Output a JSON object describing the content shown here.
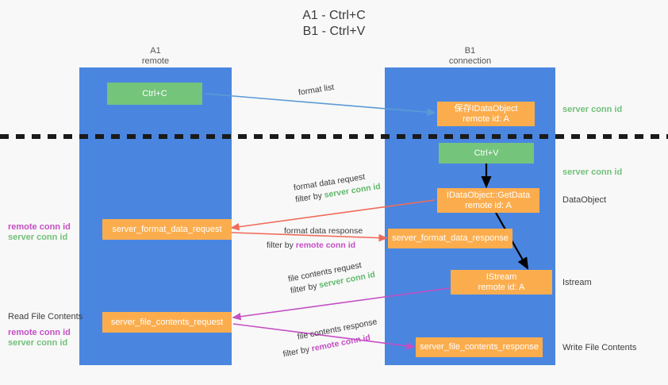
{
  "title": "A1 - Ctrl+C\nB1 - Ctrl+V",
  "lanes": [
    {
      "name": "A1",
      "sub": "remote",
      "header": "A1\nremote"
    },
    {
      "name": "B1",
      "sub": "connection",
      "header": "B1\nconnection"
    }
  ],
  "boxes": {
    "ctrl_c": "Ctrl+C",
    "ctrl_v": "Ctrl+V",
    "save_idataobject": "保存IDataObject\nremote id: A",
    "getdata": "IDataObject::GetData\nremote id: A",
    "istream": "IStream\nremote id: A",
    "server_format_data_request": "server_format_data_request",
    "server_format_data_response": "server_format_data_response",
    "server_file_contents_request": "server_file_contents_request",
    "server_file_contents_response": "server_file_contents_response"
  },
  "side_labels": {
    "server_conn_id_top": "server conn id",
    "server_conn_id_mid": "server conn id",
    "dataobject": "DataObject",
    "istream": "Istream",
    "write_file_contents": "Write File Contents",
    "read_file_contents": "Read File Contents",
    "remote_conn_id_1": "remote conn id",
    "server_conn_id_1": "server conn id",
    "remote_conn_id_2": "remote conn id",
    "server_conn_id_2": "server conn id"
  },
  "edges": {
    "format_list": "format list",
    "fdr_line1": "format data request",
    "fdr_filter_prefix": "filter by ",
    "fdr_filter_value": "server conn id",
    "fdresp_line1": "format data response",
    "fdresp_filter_prefix": "filter by ",
    "fdresp_filter_value": "remote conn id",
    "fcr_line1": "file contents request",
    "fcr_filter_prefix": "filter by ",
    "fcr_filter_value": "server conn id",
    "fcresp_line1": "file contents response",
    "fcresp_filter_prefix": "filter by ",
    "fcresp_filter_value": "remote conn id"
  },
  "colors": {
    "lane": "#4a86e0",
    "green_box": "#74c47c",
    "orange_box": "#fbad4e",
    "green_text": "#73c07a",
    "magenta_text": "#c44fc4",
    "blue_arrow": "#5b9bd5",
    "red_arrow": "#f06b5a",
    "magenta_arrow": "#c44fc4",
    "black_arrow": "#000000",
    "background": "#f8f8f8"
  }
}
